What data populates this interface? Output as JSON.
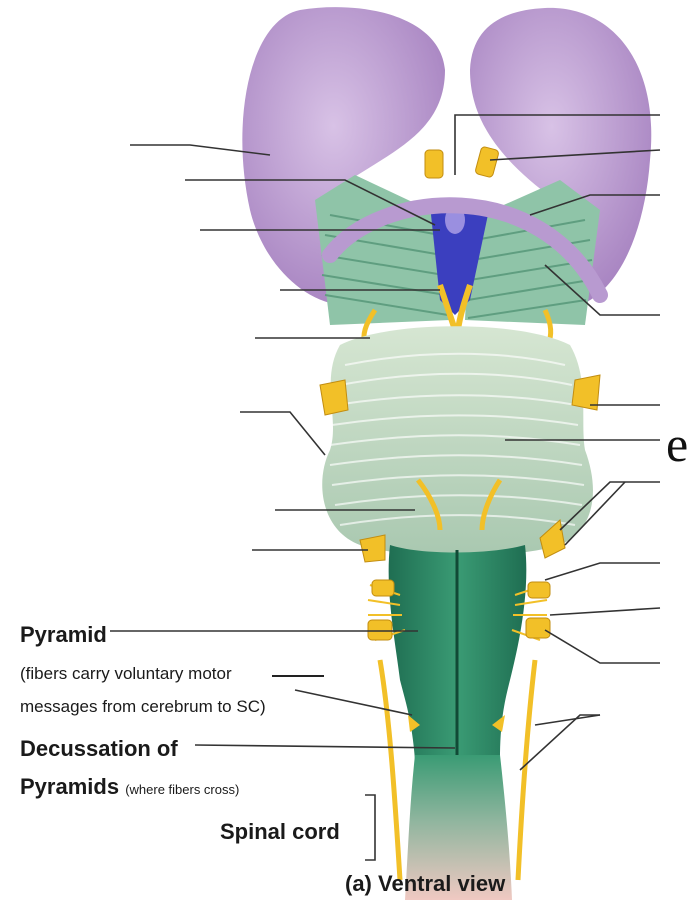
{
  "labels": {
    "pyramid": "Pyramid",
    "pyramid_note_line1": "(fibers carry voluntary motor",
    "pyramid_note_line2": "messages from cerebrum to SC)",
    "decussation_line1": "Decussation of",
    "decussation_line2": "Pyramids",
    "decussation_note": "(where fibers cross)",
    "spinal_cord": "Spinal cord",
    "caption": "(a) Ventral view"
  },
  "stray_glyph": "e",
  "colors": {
    "cerebrum": "#c3a6d6",
    "cerebrum_shade": "#a785c2",
    "peduncle_green": "#8fc4a8",
    "pons": "#c8dcc4",
    "medulla": "#2e8a66",
    "nerve_yellow": "#f2c028",
    "spinal_pink": "#e9c4bd",
    "leader_line": "#333333"
  },
  "icons": [
    "brainstem-illustration"
  ]
}
